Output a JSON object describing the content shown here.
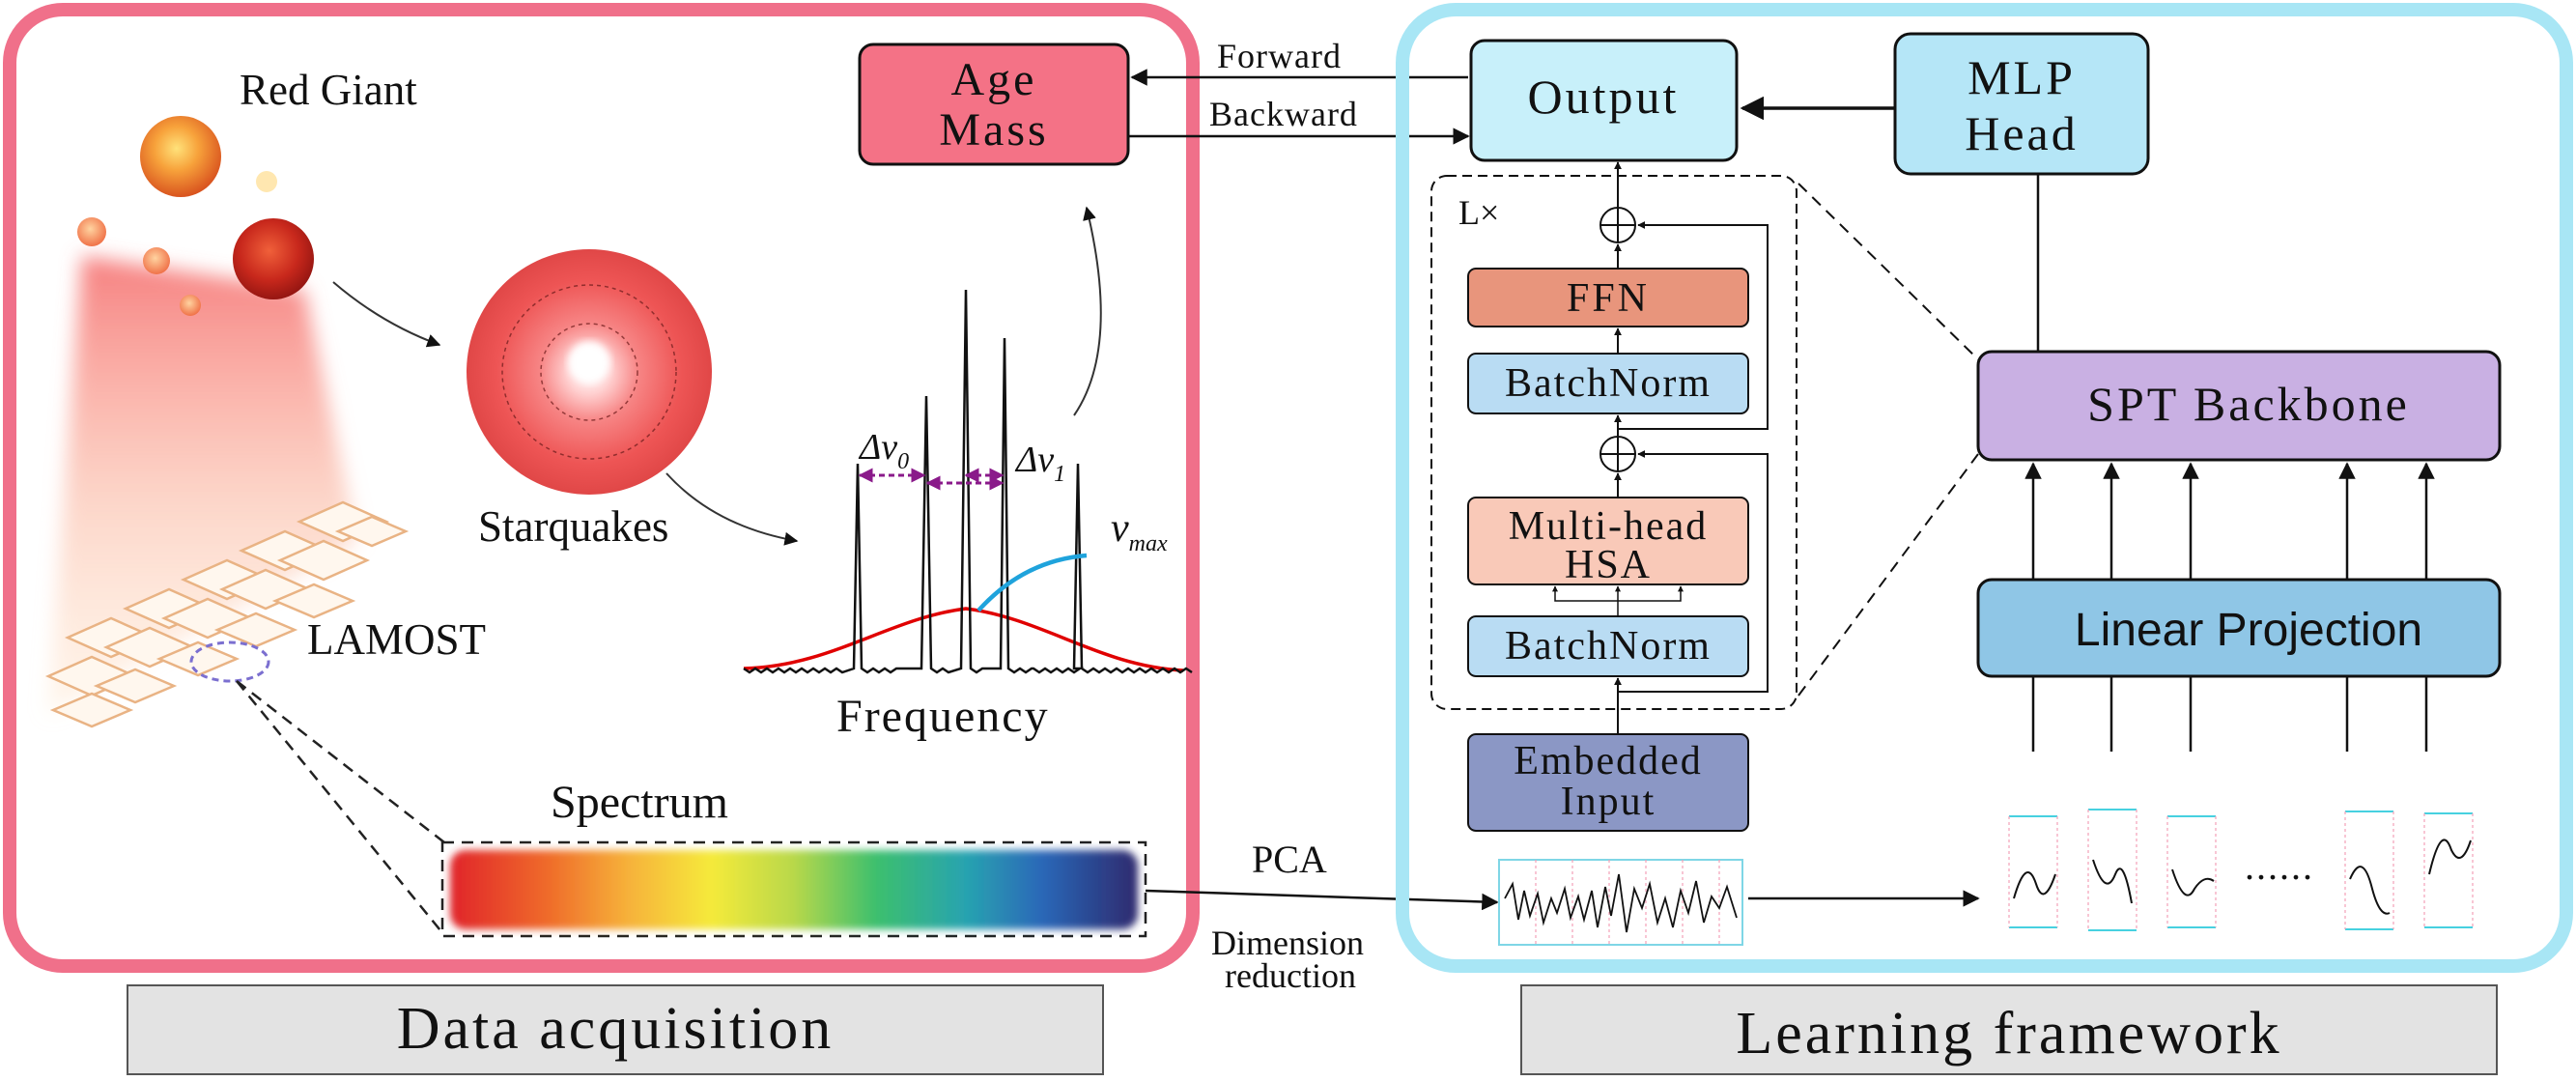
{
  "colors": {
    "left_panel_border": "#f0708a",
    "right_panel_border": "#a8e6f5",
    "age_mass_fill": "#f47286",
    "output_fill": "#c8f0fa",
    "mlp_fill": "#b5e6f7",
    "ffn_fill": "#e8957c",
    "batchnorm_fill": "#b9dcf3",
    "hsa_fill": "#f9c9b8",
    "embedded_fill": "#8b97c5",
    "spt_fill": "#c9b0e3",
    "linear_fill": "#8fc6e6",
    "caption_fill": "#e3e3e3",
    "gaussian_curve": "#e00000",
    "numax_line": "#1fa3dc",
    "delta_nu_arrow": "#8a1a8a"
  },
  "left_panel": {
    "red_giant_label": "Red Giant",
    "starquakes_label": "Starquakes",
    "lamost_label": "LAMOST",
    "frequency_label": "Frequency",
    "spectrum_label": "Spectrum",
    "delta_nu0": "Δν",
    "delta_nu0_sub": "0",
    "delta_nu1": "Δν",
    "delta_nu1_sub": "1",
    "nu_max": "ν",
    "nu_max_sub": "max",
    "age_mass": {
      "line1": "Age",
      "line2": "Mass"
    }
  },
  "middle": {
    "forward_label": "Forward",
    "backward_label": "Backward",
    "pca_label": "PCA",
    "dim_reduction_line1": "Dimension",
    "dim_reduction_line2": "reduction"
  },
  "right_panel": {
    "output_label": "Output",
    "mlp_head": {
      "line1": "MLP",
      "line2": "Head"
    },
    "repeat_label": "L×",
    "ffn_label": "FFN",
    "batchnorm_top_label": "BatchNorm",
    "hsa": {
      "line1": "Multi-head",
      "line2": "HSA"
    },
    "batchnorm_bottom_label": "BatchNorm",
    "embedded": {
      "line1": "Embedded",
      "line2": "Input"
    },
    "spt_backbone_label": "SPT Backbone",
    "linear_projection_label": "Linear Projection",
    "ellipsis": "......"
  },
  "captions": {
    "left": "Data acquisition",
    "right": "Learning framework"
  }
}
